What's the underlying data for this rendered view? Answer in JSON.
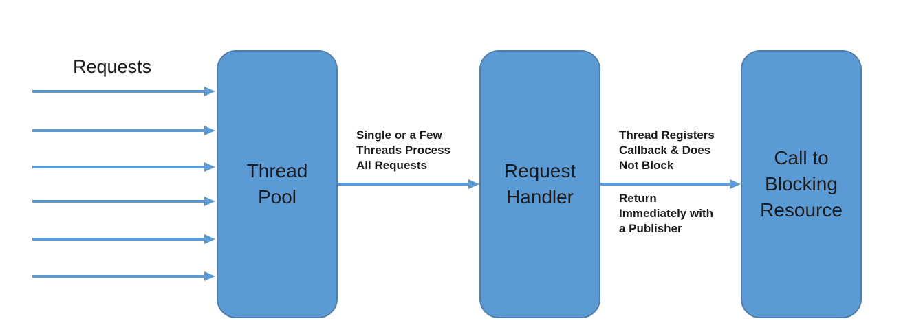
{
  "theme": {
    "background": "#ffffff",
    "node_fill": "#5b9bd5",
    "node_border": "#4f7ea9",
    "arrow_color": "#5b9bd5",
    "text_color": "#1b1b1b"
  },
  "diagram": {
    "requests_label": "Requests",
    "incoming_arrow_count": 6,
    "nodes": [
      {
        "id": "thread-pool",
        "label": "Thread\nPool"
      },
      {
        "id": "request-handler",
        "label": "Request\nHandler"
      },
      {
        "id": "blocking-resource",
        "label": "Call to\nBlocking\nResource"
      }
    ],
    "edge_labels": [
      {
        "id": "pool-to-handler",
        "text": "Single or a Few\nThreads Process\nAll Requests"
      },
      {
        "id": "handler-registers",
        "text": "Thread Registers\nCallback & Does\nNot Block"
      },
      {
        "id": "handler-returns",
        "text": "Return\nImmediately with\na Publisher"
      }
    ]
  }
}
